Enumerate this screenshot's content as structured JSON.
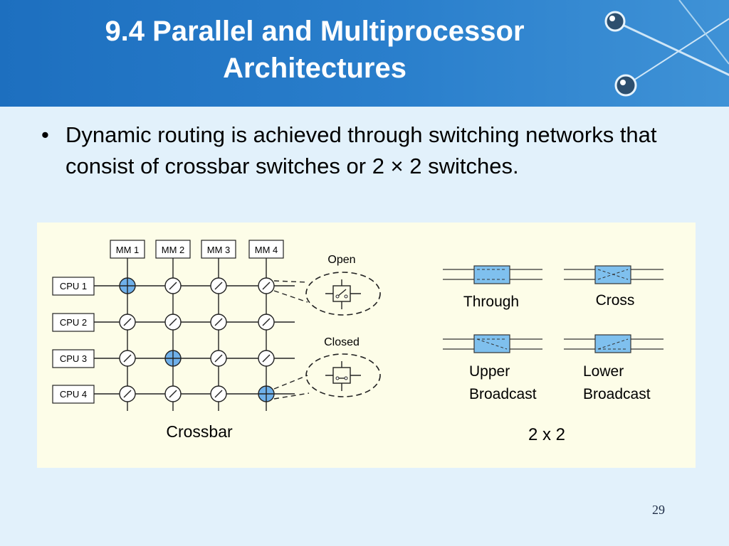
{
  "slide": {
    "title_line1": "9.4 Parallel and Multiprocessor",
    "title_line2": "Architectures",
    "bullet": "Dynamic routing is achieved through switching networks that consist of crossbar switches or 2 × 2 switches.",
    "page_number": "29"
  },
  "crossbar": {
    "memory_modules": [
      "MM 1",
      "MM 2",
      "MM 3",
      "MM 4"
    ],
    "cpus": [
      "CPU 1",
      "CPU 2",
      "CPU 3",
      "CPU 4"
    ],
    "open_label": "Open",
    "closed_label": "Closed",
    "caption": "Crossbar"
  },
  "switch2x2": {
    "through": "Through",
    "cross": "Cross",
    "upper_line1": "Upper",
    "upper_line2": "Broadcast",
    "lower_line1": "Lower",
    "lower_line2": "Broadcast",
    "caption": "2 x 2"
  },
  "colors": {
    "header": "#2a7fcc",
    "closed_switch": "#6fb0ea",
    "switch_box": "#7fc0ee"
  }
}
